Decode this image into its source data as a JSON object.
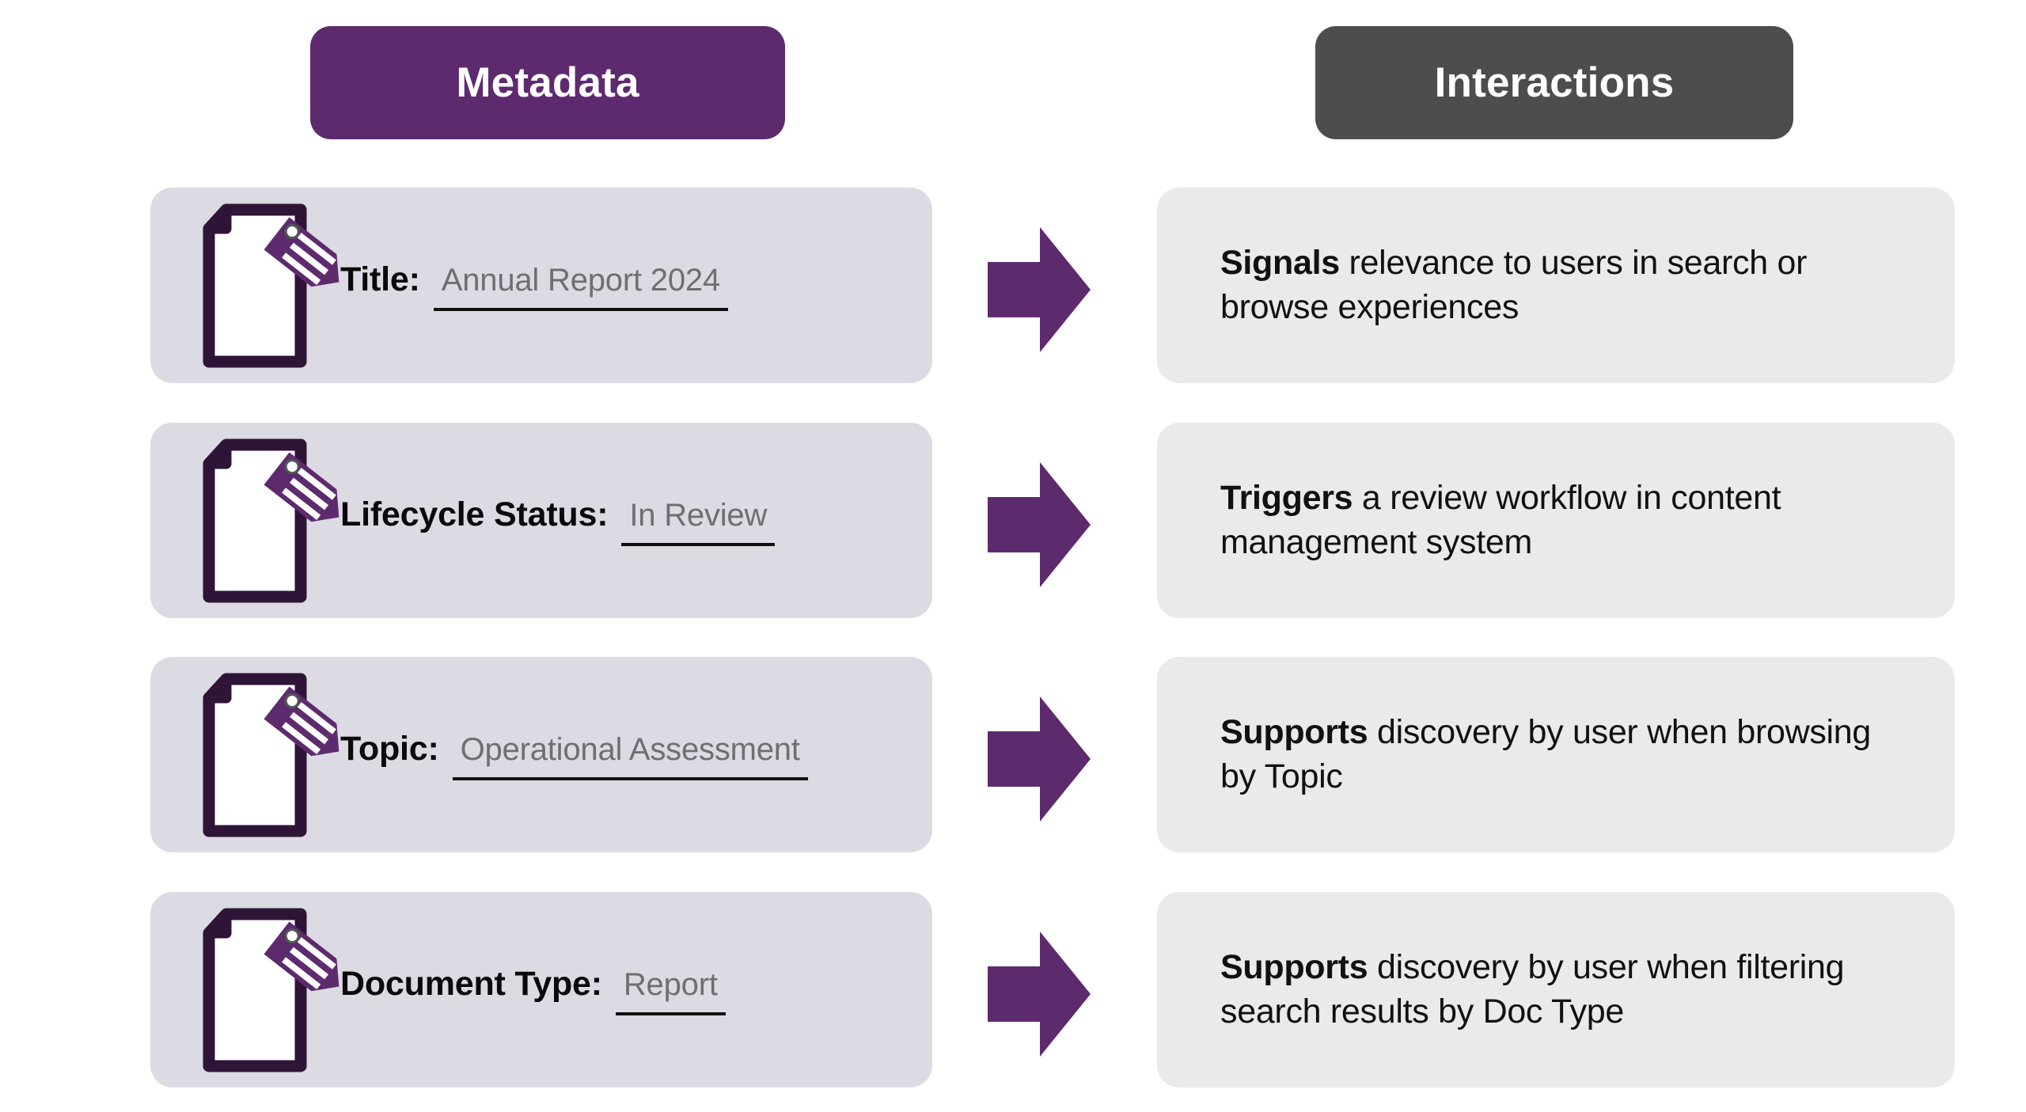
{
  "columns": {
    "left_header": "Metadata",
    "right_header": "Interactions"
  },
  "colors": {
    "purple": "#5E2A6E",
    "dark_grey": "#4D4D4D",
    "meta_card_bg": "#DCDAE2",
    "interaction_card_bg": "#EAEAEA",
    "icon_outline": "#2E1437",
    "label_text": "#0A0A0A",
    "value_text": "#6F6F72"
  },
  "icons": {
    "document_tag": "document-tag-icon",
    "arrow": "right-arrow-icon"
  },
  "rows": [
    {
      "label": "Title:",
      "value": "Annual Report 2024",
      "interaction_strong": "Signals",
      "interaction_rest": " relevance to users in search or browse experiences"
    },
    {
      "label": "Lifecycle Status:",
      "value": "In Review",
      "interaction_strong": "Triggers",
      "interaction_rest": " a review workflow in content management system"
    },
    {
      "label": "Topic:",
      "value": "Operational Assessment",
      "interaction_strong": "Supports",
      "interaction_rest": " discovery by user when browsing by Topic"
    },
    {
      "label": "Document Type:",
      "value": "Report",
      "interaction_strong": "Supports",
      "interaction_rest": " discovery by user when filtering search results by Doc Type"
    }
  ]
}
